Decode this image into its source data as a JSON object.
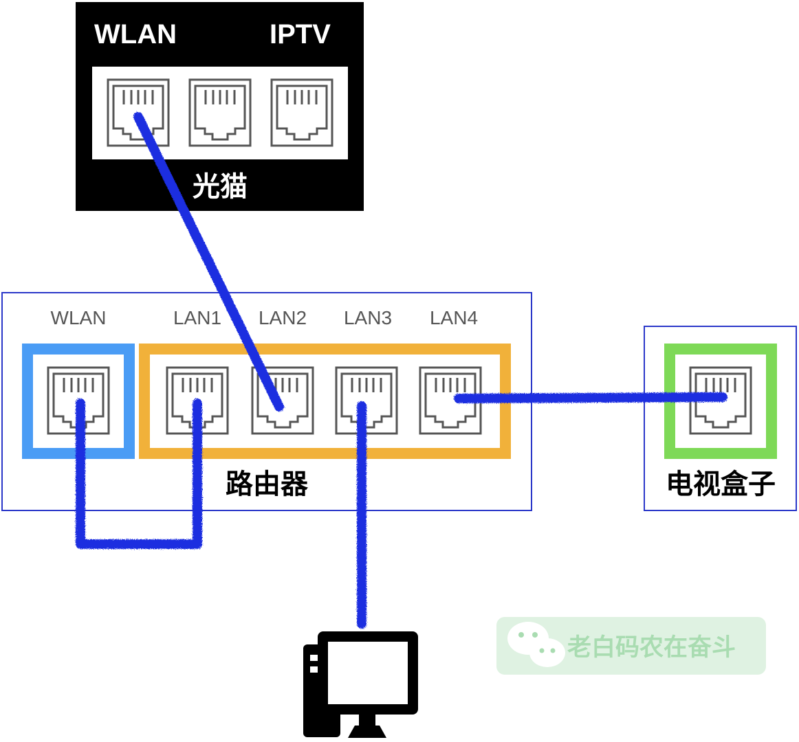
{
  "modem": {
    "title": "光猫",
    "port_label_left": "WLAN",
    "port_label_right": "IPTV",
    "colors": {
      "background": "#000000",
      "panel": "#ffffff",
      "text": "#ffffff"
    }
  },
  "router": {
    "title": "路由器",
    "ports": [
      {
        "label": "WLAN"
      },
      {
        "label": "LAN1"
      },
      {
        "label": "LAN2"
      },
      {
        "label": "LAN3"
      },
      {
        "label": "LAN4"
      }
    ],
    "colors": {
      "border": "#2a37c9",
      "wan_group": "#4a9cf5",
      "lan_group": "#f1b13a",
      "label": "#555555"
    }
  },
  "tv_box": {
    "title": "电视盒子",
    "colors": {
      "border": "#2a37c9",
      "port_group": "#7ed957"
    }
  },
  "computer": {
    "icon": "desktop-computer-icon"
  },
  "cables": {
    "color": "#1a2ee0"
  },
  "watermark": {
    "text": "老白码农在奋斗",
    "icon": "wechat-icon",
    "colors": {
      "background": "#dff2e2",
      "text": "#a9dcb1"
    }
  }
}
